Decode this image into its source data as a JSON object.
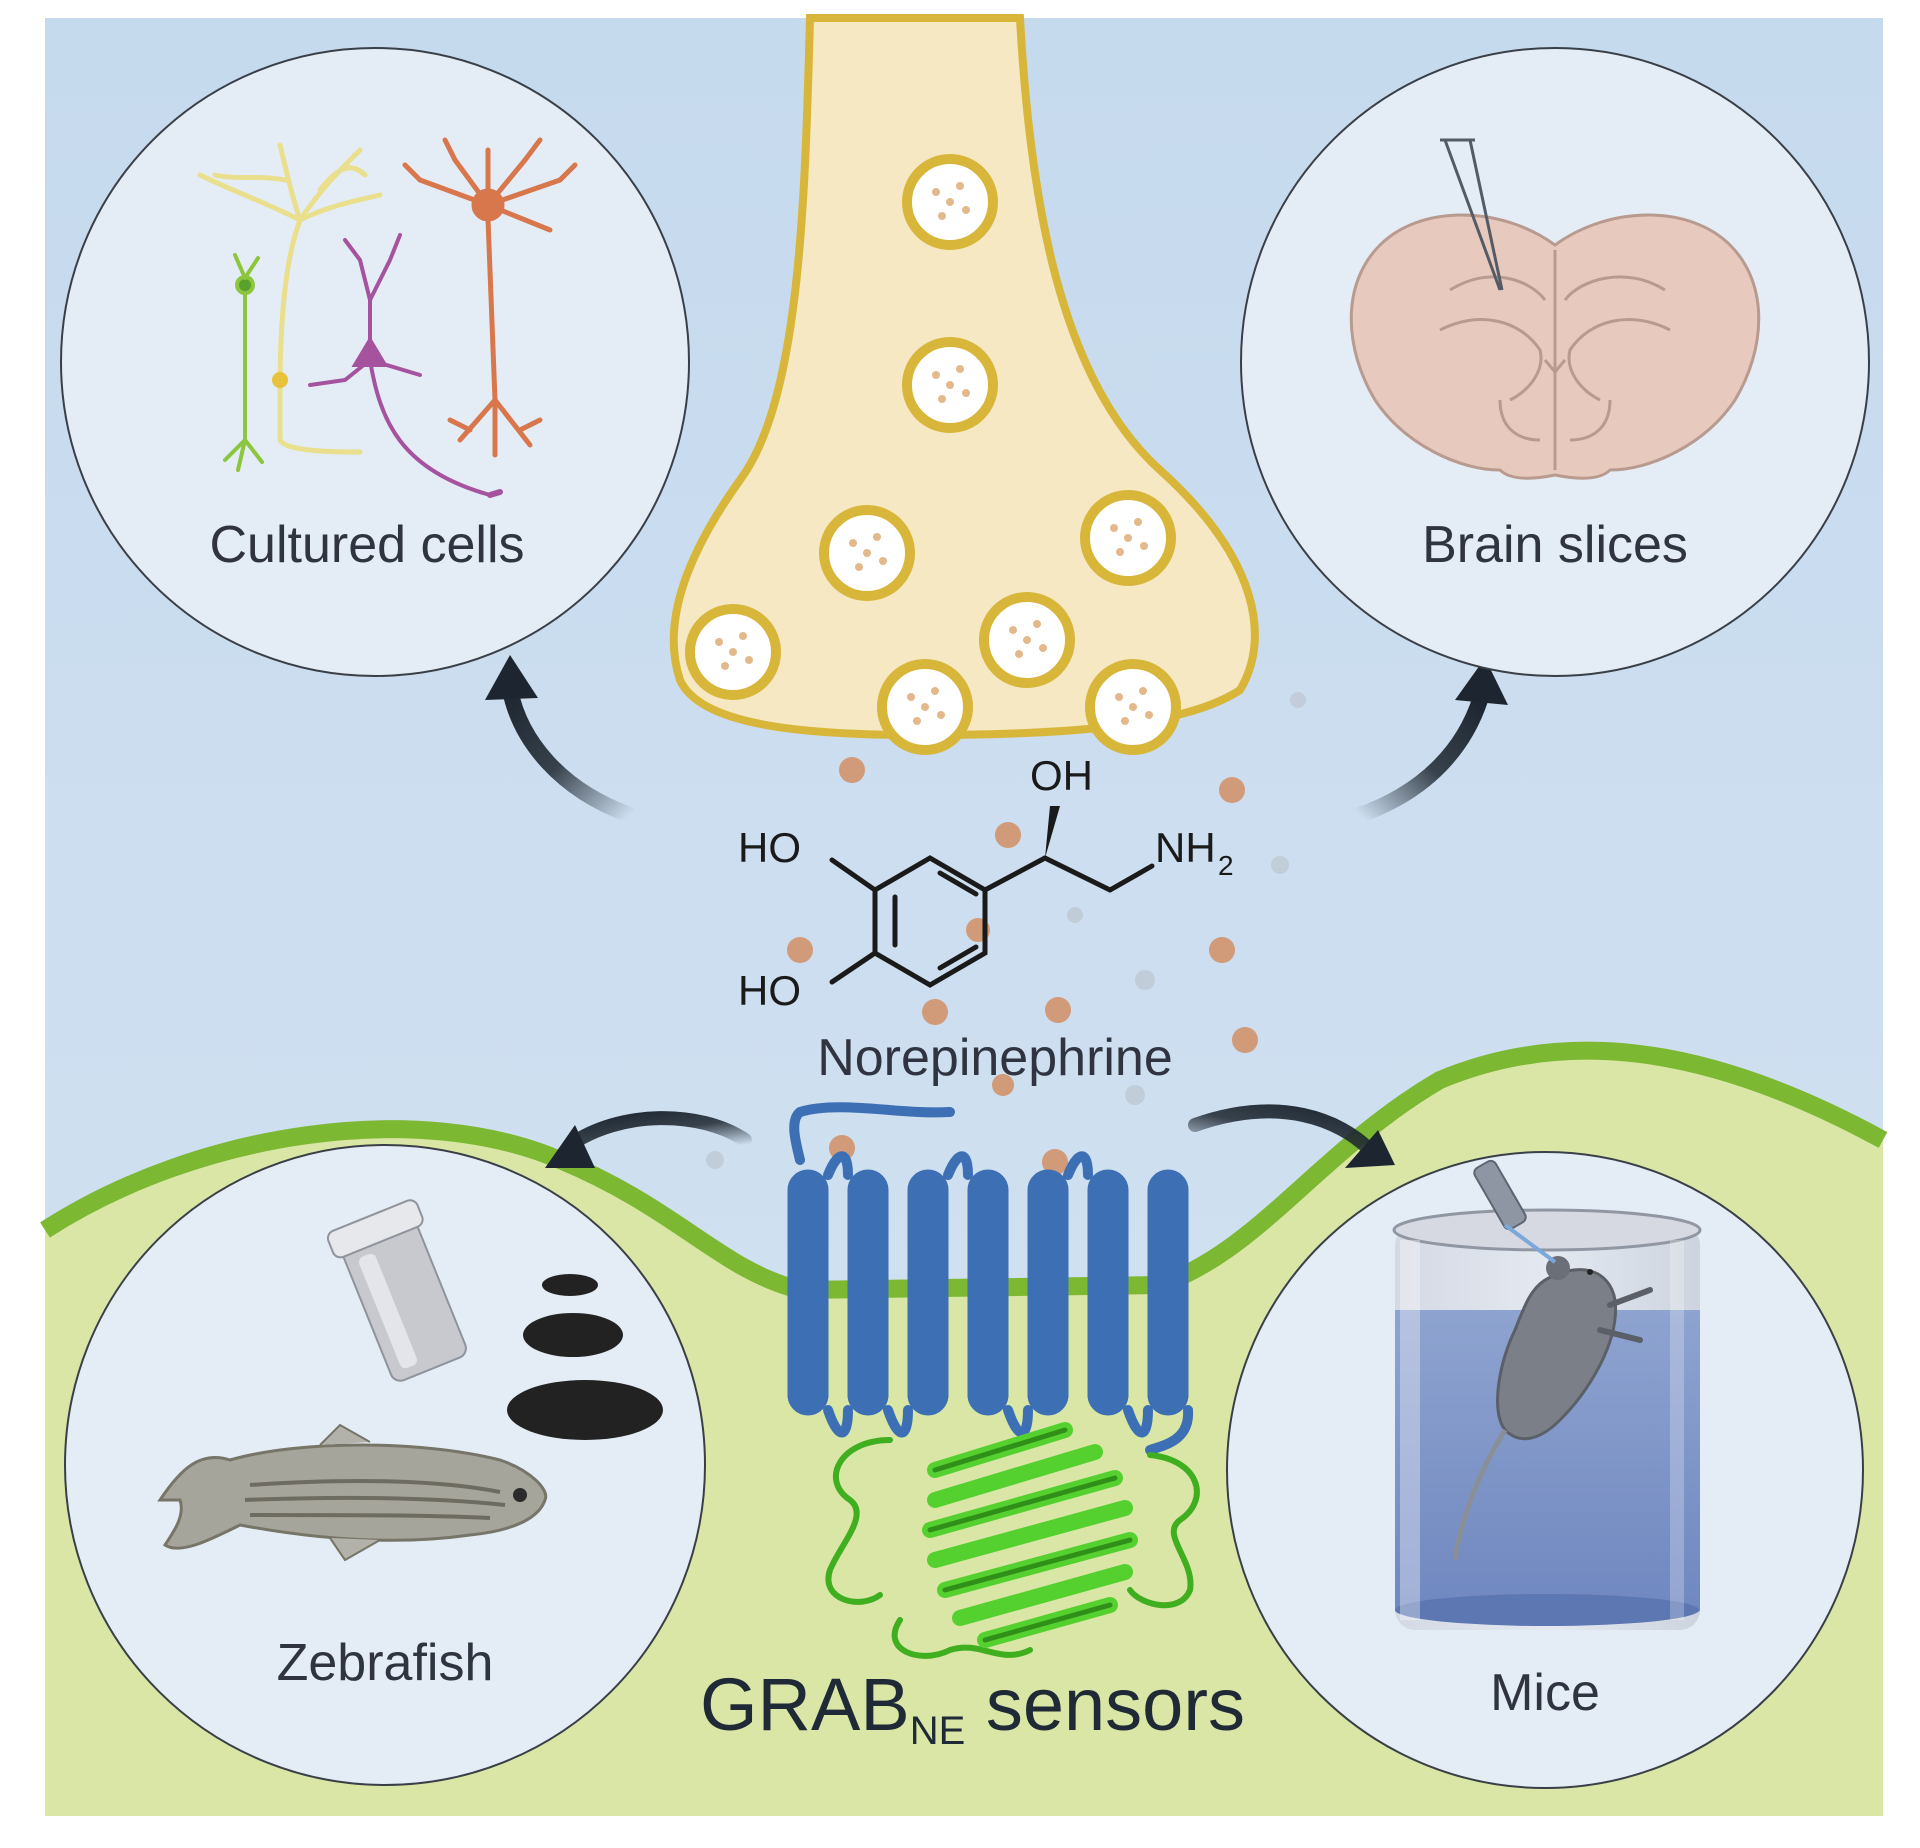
{
  "labels": {
    "cultured_cells": "Cultured cells",
    "brain_slices": "Brain slices",
    "zebrafish": "Zebrafish",
    "mice": "Mice",
    "molecule_name": "Norepinephrine",
    "sensor_main": "GRAB",
    "sensor_sub": "NE",
    "sensor_tail": " sensors"
  },
  "chemistry": {
    "oh": "OH",
    "ho_top": "HO",
    "ho_bottom": "HO",
    "nh": "NH",
    "nh_sub": "2"
  },
  "colors": {
    "sky": "#c9dcee",
    "ground": "#d9e6a6",
    "ground_edge": "#7cb832",
    "terminal_fill": "#f5e8c2",
    "terminal_edge": "#d7b63a",
    "receptor": "#3d6fb4",
    "gfp": "#4dc22c",
    "ne_dot": "#d19a78",
    "panel_fill": "#e4edf6",
    "arrow": "#1d2630"
  }
}
